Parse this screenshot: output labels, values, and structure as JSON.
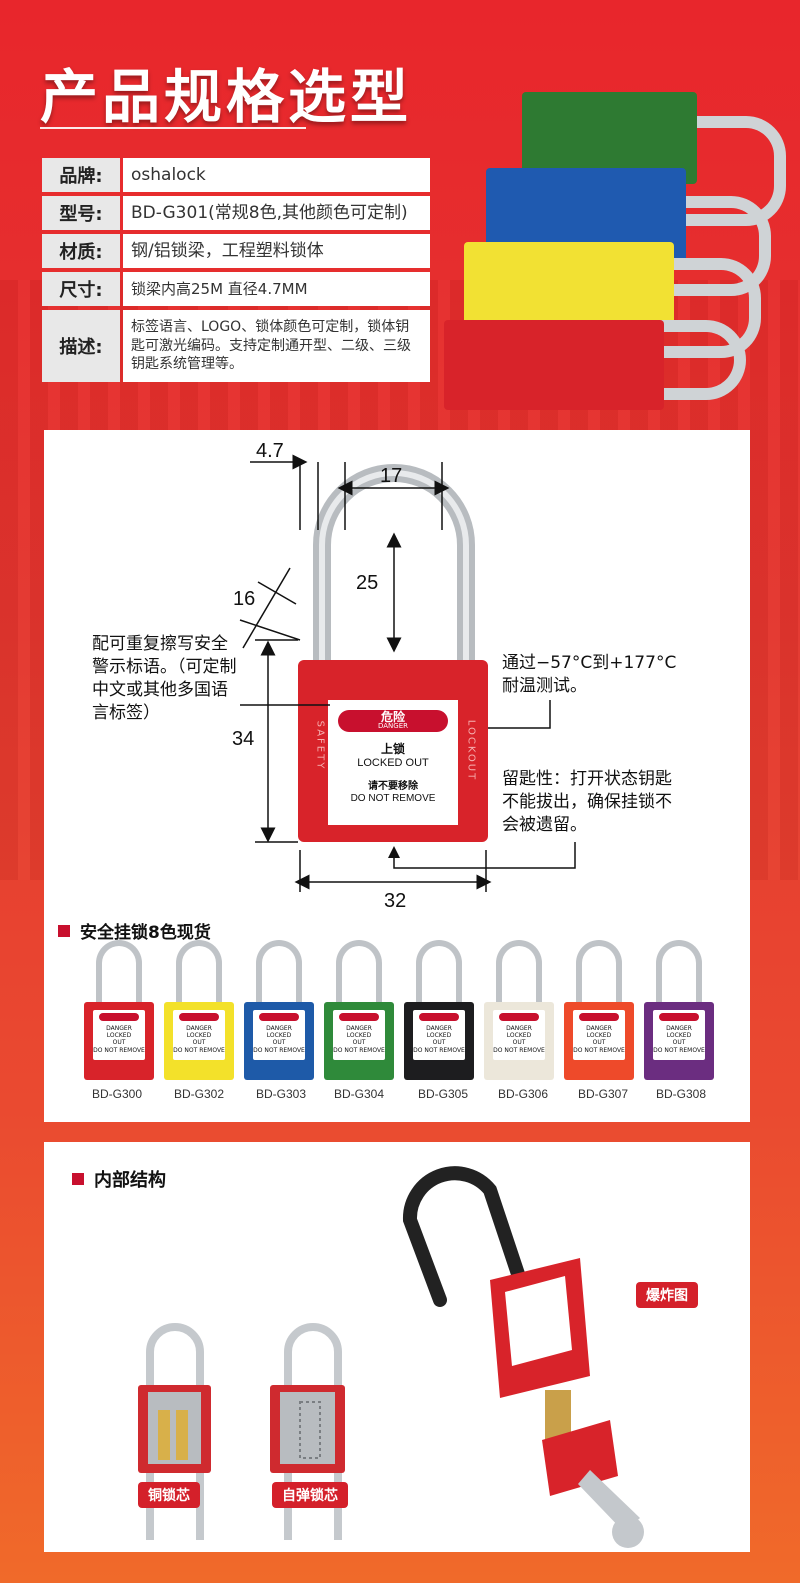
{
  "header": {
    "title": "产品规格选型"
  },
  "spec": [
    {
      "key": "品牌:",
      "value": "oshalock"
    },
    {
      "key": "型号:",
      "value": "BD-G301(常规8色,其他颜色可定制)"
    },
    {
      "key": "材质:",
      "value": "钢/铝锁梁，工程塑料锁体"
    },
    {
      "key": "尺寸:",
      "value": "锁梁内高25M 直径4.7MM"
    },
    {
      "key": "描述:",
      "value": "标签语言、LOGO、锁体颜色可定制，锁体钥匙可激光编码。支持定制通开型、二级、三级钥匙系统管理等。"
    }
  ],
  "diagram": {
    "dims": {
      "d1": "4.7",
      "d2": "17",
      "d3": "25",
      "d4": "16",
      "d5": "34",
      "d6": "32"
    },
    "notes": {
      "left": "配可重复擦写安全警示标语。（可定制中文或其他多国语言标签）",
      "right_top": "通过−57°C到+177°C耐温测试。",
      "right_bottom": "留匙性：打开状态钥匙不能拔出，确保挂锁不会被遗留。"
    },
    "label": {
      "danger_cn": "危险",
      "danger_en": "DANGER",
      "locked_cn": "上锁",
      "locked_en": "LOCKED OUT",
      "remove_cn": "请不要移除",
      "remove_en": "DO NOT REMOVE",
      "side_left": "SAFETY",
      "side_right": "LOCKOUT"
    }
  },
  "colors_section": {
    "title": "安全挂锁8色现货",
    "mini_label": {
      "danger": "DANGER",
      "locked": "LOCKED",
      "out": "OUT",
      "remove": "DO NOT REMOVE"
    },
    "items": [
      {
        "code": "BD-G300",
        "color": "#d8232a"
      },
      {
        "code": "BD-G302",
        "color": "#f3e12a"
      },
      {
        "code": "BD-G303",
        "color": "#1e5aa8"
      },
      {
        "code": "BD-G304",
        "color": "#2f8a3a"
      },
      {
        "code": "BD-G305",
        "color": "#1d1d1f"
      },
      {
        "code": "BD-G306",
        "color": "#ece7da"
      },
      {
        "code": "BD-G307",
        "color": "#ee4a2a"
      },
      {
        "code": "BD-G308",
        "color": "#6b2d80"
      }
    ]
  },
  "internal_section": {
    "title": "内部结构",
    "tag_explode": "爆炸图",
    "tag_copper": "铜锁芯",
    "tag_spring": "自弹锁芯"
  }
}
